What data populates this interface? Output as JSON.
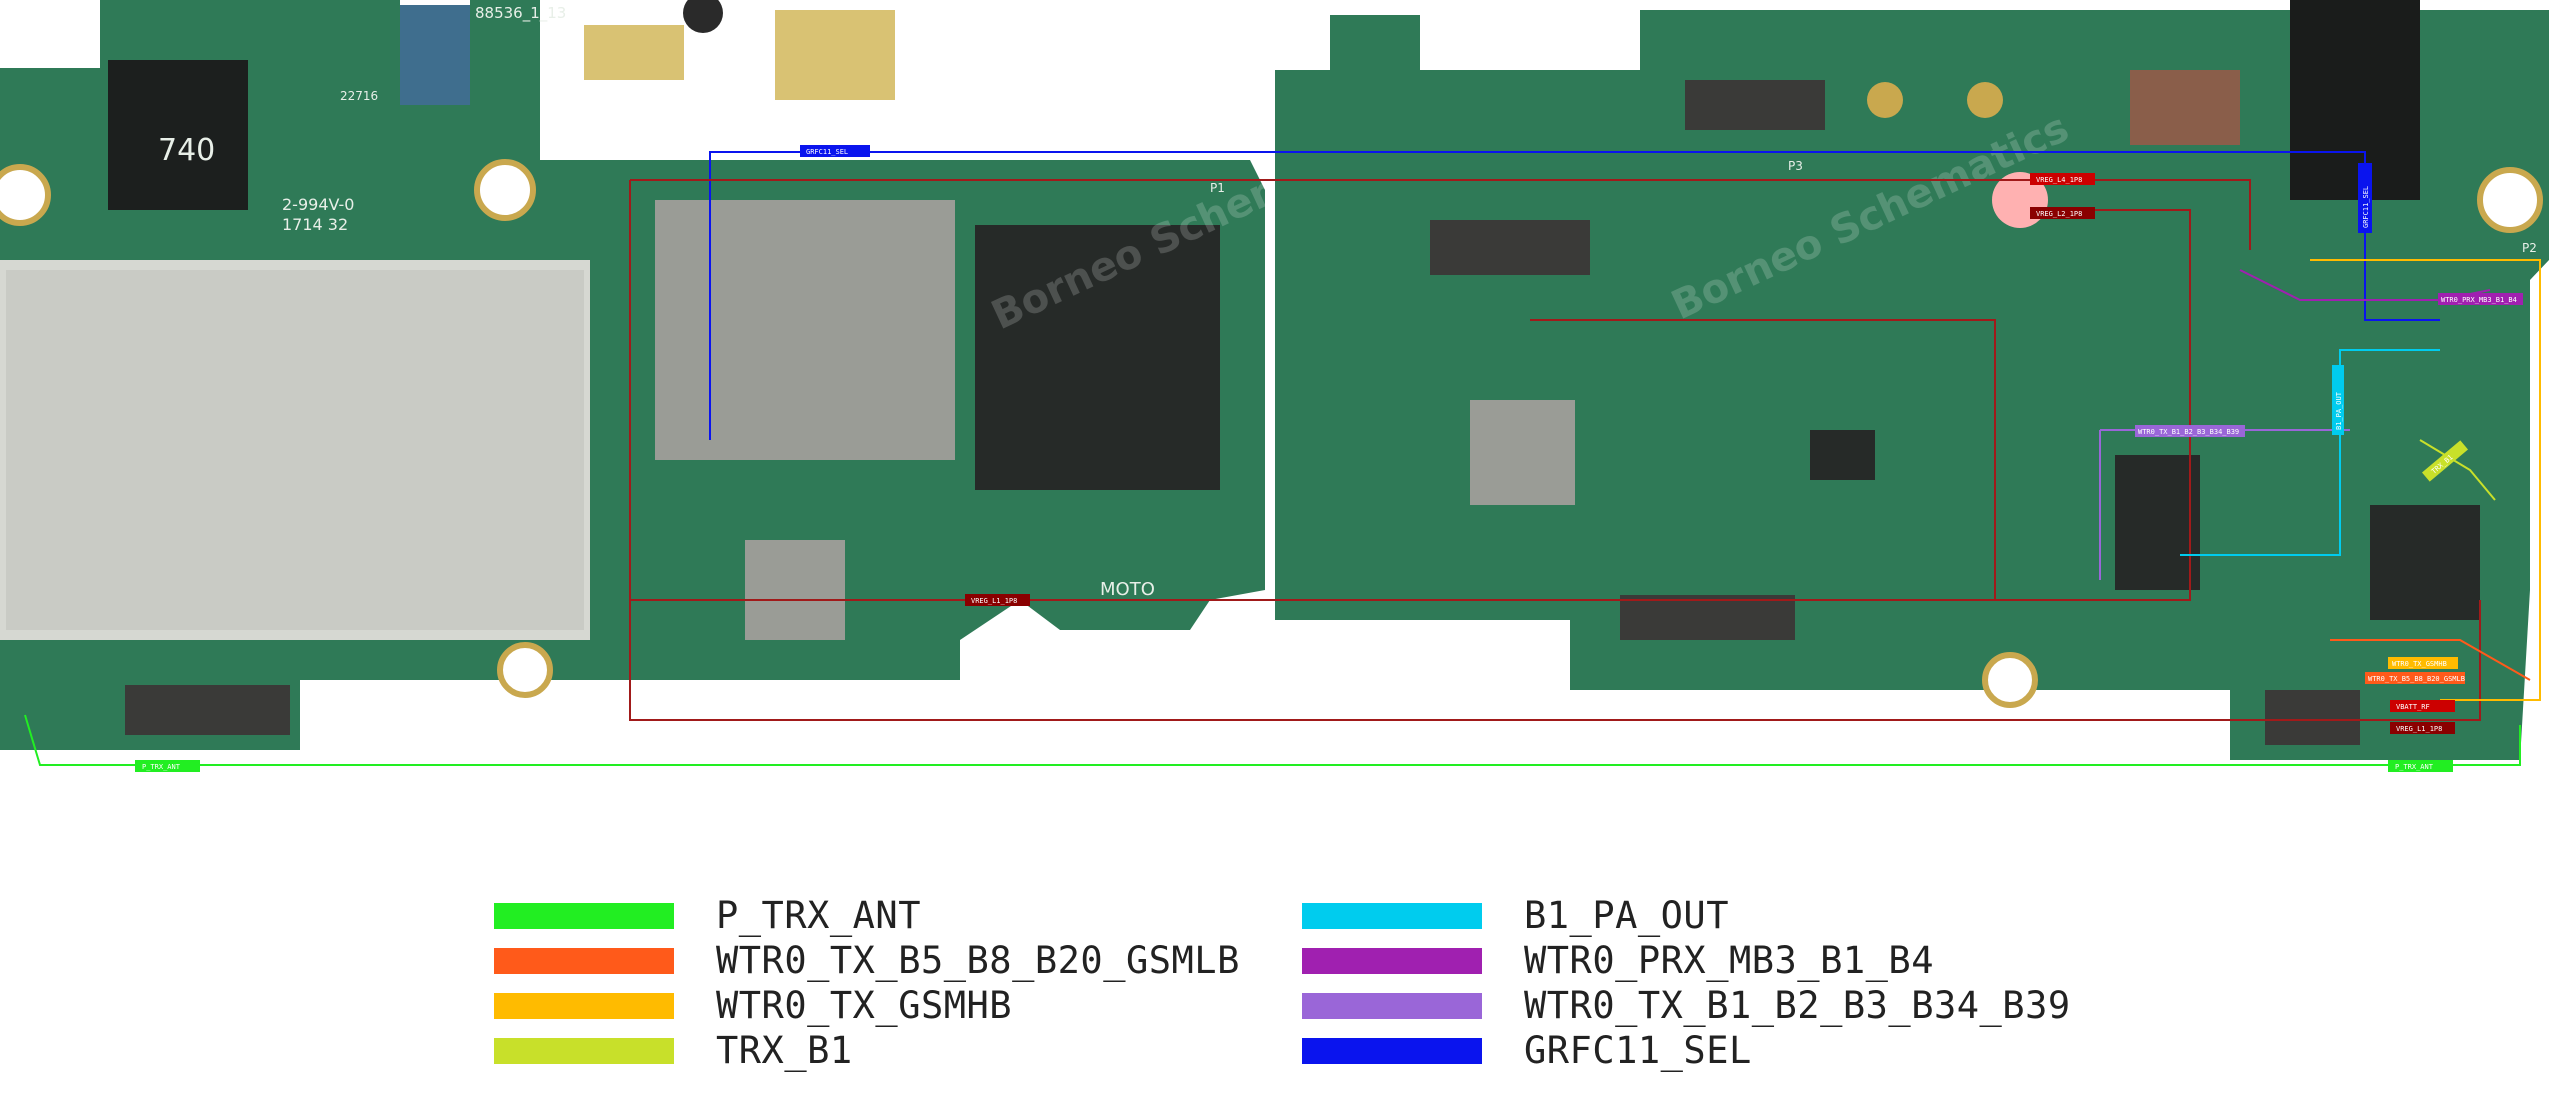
{
  "board": {
    "silkscreen": {
      "board_id": "88536_1_13",
      "ic_740": "740",
      "barcode_a": "2-994V-0",
      "barcode_b": "1714 32",
      "part_code": "22716",
      "moto": "MOTO",
      "p1": "P1",
      "p2": "P2",
      "p3": "P3"
    },
    "watermark": "Borneo Schematics",
    "net_tags": {
      "grfc11_sel_top": "GRFC11_SEL",
      "grfc11_sel_side": "GRFC11_SEL",
      "p_trx_ant_left": "P_TRX_ANT",
      "p_trx_ant_right": "P_TRX_ANT",
      "vreg_l4": "VREG_L4_1P8",
      "vreg_l2": "VREG_L2_1P8",
      "vreg_l1": "VREG_L1_1P8",
      "vreg_l1_right": "VREG_L1_1P8",
      "vbatt": "VBATT_RF",
      "wtr0_prx": "WTR0_PRX_MB3_B1_B4",
      "wtr0_tx_b1": "WTR0_TX_B1_B2_B3_B34_B39",
      "trx_b1": "TRX_B1",
      "wtr0_gsmhb": "WTR0_TX_GSMHB",
      "wtr0_gsmlb": "WTR0_TX_B5_B8_B20_GSMLB",
      "b1_pa_out": "B1_PA_OUT"
    }
  },
  "legend": [
    {
      "label": "P_TRX_ANT",
      "color": "#22ee22"
    },
    {
      "label": "WTR0_TX_B5_B8_B20_GSMLB",
      "color": "#ff5a1a"
    },
    {
      "label": "WTR0_TX_GSMHB",
      "color": "#ffbb00"
    },
    {
      "label": "TRX_B1",
      "color": "#c8e02a"
    },
    {
      "label": "B1_PA_OUT",
      "color": "#00ccee"
    },
    {
      "label": "WTR0_PRX_MB3_B1_B4",
      "color": "#a020b0"
    },
    {
      "label": "WTR0_TX_B1_B2_B3_B34_B39",
      "color": "#9a66d8"
    },
    {
      "label": "GRFC11_SEL",
      "color": "#0a14ee"
    }
  ]
}
